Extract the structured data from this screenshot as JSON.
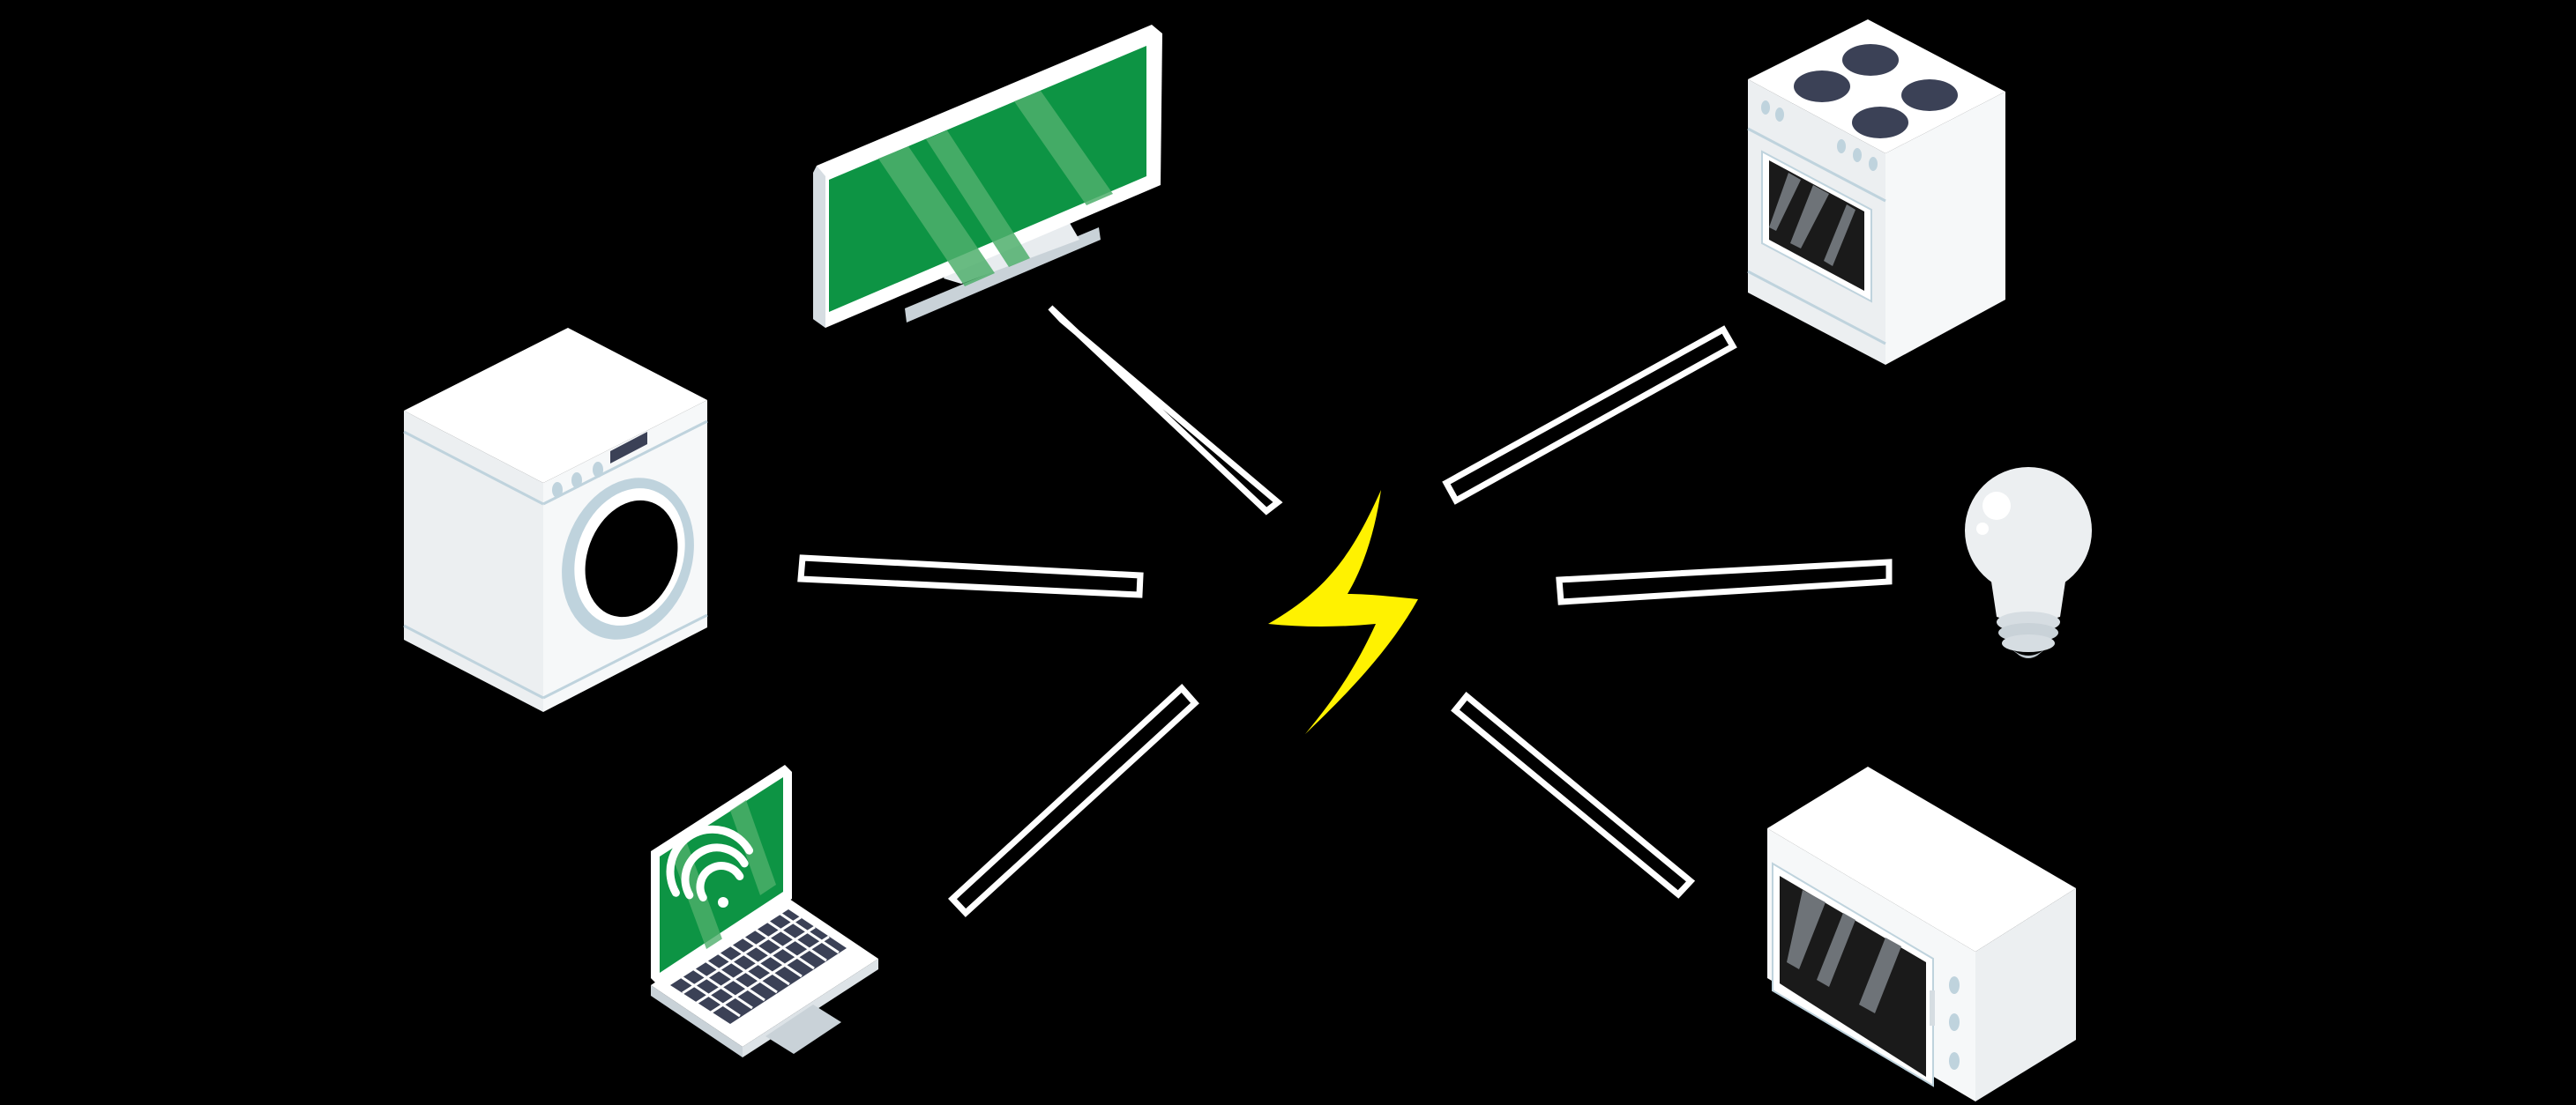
{
  "diagram": {
    "background_color": "#000000",
    "center_icon": "lightning-bolt-icon",
    "center_color": "#FFF200",
    "connector_color": "#FFFFFF",
    "screen_color": "#0D9444",
    "appliances": [
      {
        "id": "tv",
        "icon": "tv-icon"
      },
      {
        "id": "washing-machine",
        "icon": "washing-machine-icon"
      },
      {
        "id": "laptop",
        "icon": "laptop-icon"
      },
      {
        "id": "stove",
        "icon": "stove-icon"
      },
      {
        "id": "light-bulb",
        "icon": "light-bulb-icon"
      },
      {
        "id": "microwave",
        "icon": "microwave-icon"
      }
    ],
    "connections": [
      {
        "from": "tv",
        "to": "power"
      },
      {
        "from": "washing-machine",
        "to": "power"
      },
      {
        "from": "laptop",
        "to": "power"
      },
      {
        "from": "stove",
        "to": "power"
      },
      {
        "from": "light-bulb",
        "to": "power"
      },
      {
        "from": "microwave",
        "to": "power"
      }
    ]
  }
}
